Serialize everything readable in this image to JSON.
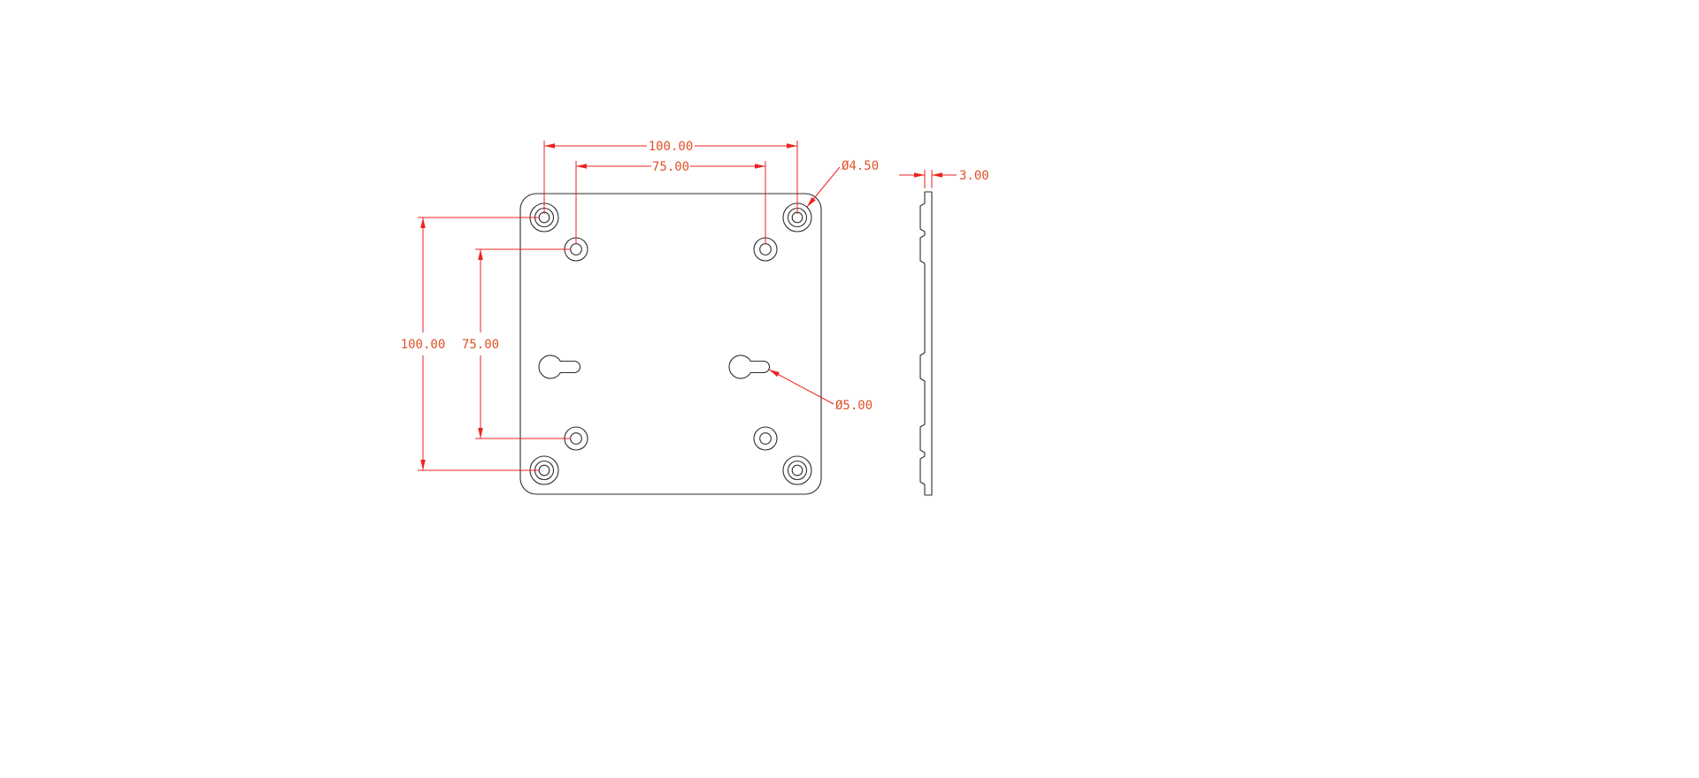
{
  "drawing": {
    "background_color": "#ffffff",
    "part_line_color": "#2e2e2e",
    "dim_line_color": "#ee2222",
    "dim_text_color": "#e0512a",
    "views": {
      "front_view": "front view of square mounting plate with 8 counterbored holes and 2 keyhole slots",
      "side_view": "side profile showing plate thickness with boss protrusions"
    },
    "dimensions": {
      "horizontal_outer": "100.00",
      "horizontal_inner": "75.00",
      "vertical_outer": "100.00",
      "vertical_inner": "75.00",
      "hole_diameter": "Ø4.50",
      "keyhole_diameter": "Ø5.00",
      "thickness": "3.00"
    }
  }
}
